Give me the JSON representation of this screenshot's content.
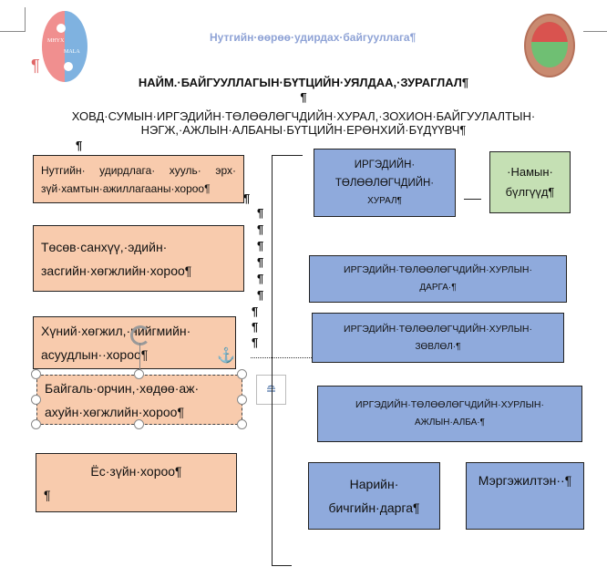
{
  "header": {
    "left_logo_text": [
      "MHYX",
      "MALA"
    ],
    "org_name": "Нутгийн·өөрөө·удирдах·байгууллага¶",
    "pilcrow": "¶"
  },
  "title": "НАЙМ.·БАЙГУУЛЛАГЫН·БҮТЦИЙН·УЯЛДАА,·ЗУРАГЛАЛ¶",
  "blank": "¶",
  "subtitle": [
    "ХОВД·СУМЫН·ИРГЭДИЙН·ТӨЛӨӨЛӨГЧДИЙН·ХУРАЛ,·ЗОХИОН·БАЙГУУЛАЛТЫН·",
    "НЭГЖ,·АЖЛЫН·АЛБАНЫ·БҮТЦИЙН·ЕРӨНХИЙ·БҮДҮҮВЧ¶"
  ],
  "left_boxes": [
    {
      "lines": [
        "Нутгийн· удирдлага· хууль· эрх·",
        "зүй·хамтын·ажиллагааны·хороо¶"
      ]
    },
    {
      "lines": [
        "Төсөв·санхүү,·эдийн·",
        "засгийн·хөгжлийн·хороо¶"
      ]
    },
    {
      "lines": [
        "Хүний·хөгжил,·нийгмийн·",
        "асуудлын··хороо¶"
      ]
    },
    {
      "lines": [
        "Байгаль·орчин,·хөдөө·аж·",
        "ахуйн·хөгжлийн·хороо¶"
      ]
    },
    {
      "lines": [
        "Ёс·зүйн·хороо¶",
        "¶"
      ]
    }
  ],
  "right_boxes": {
    "council": [
      "ИРГЭДИЙН·",
      "ТӨЛӨӨЛӨГЧДИЙН·",
      "ХУРАЛ¶"
    ],
    "parties": [
      "·Намын·",
      "бүлгүүд¶"
    ],
    "chair": [
      "ИРГЭДИЙН·ТӨЛӨӨЛӨГЧДИЙН·ХУРЛЫН·",
      "ДАРГА·¶"
    ],
    "board": [
      "ИРГЭДИЙН·ТӨЛӨӨЛӨГЧДИЙН·ХУРЛЫН·",
      "ЗӨВЛӨЛ·¶"
    ],
    "office": [
      "ИРГЭДИЙН·ТӨЛӨӨЛӨГЧДИЙН·ХУРЛЫН·",
      "АЖЛЫН·АЛБА·¶"
    ],
    "secretary": [
      "Нарийн·",
      "бичгийн·дарга¶"
    ],
    "specialist": [
      "Мэргэжилтэн··¶"
    ]
  },
  "colors": {
    "peach": "#f8cbad",
    "blue": "#8faadc",
    "green": "#c5e0b4",
    "header_text": "#8fa3d6"
  }
}
